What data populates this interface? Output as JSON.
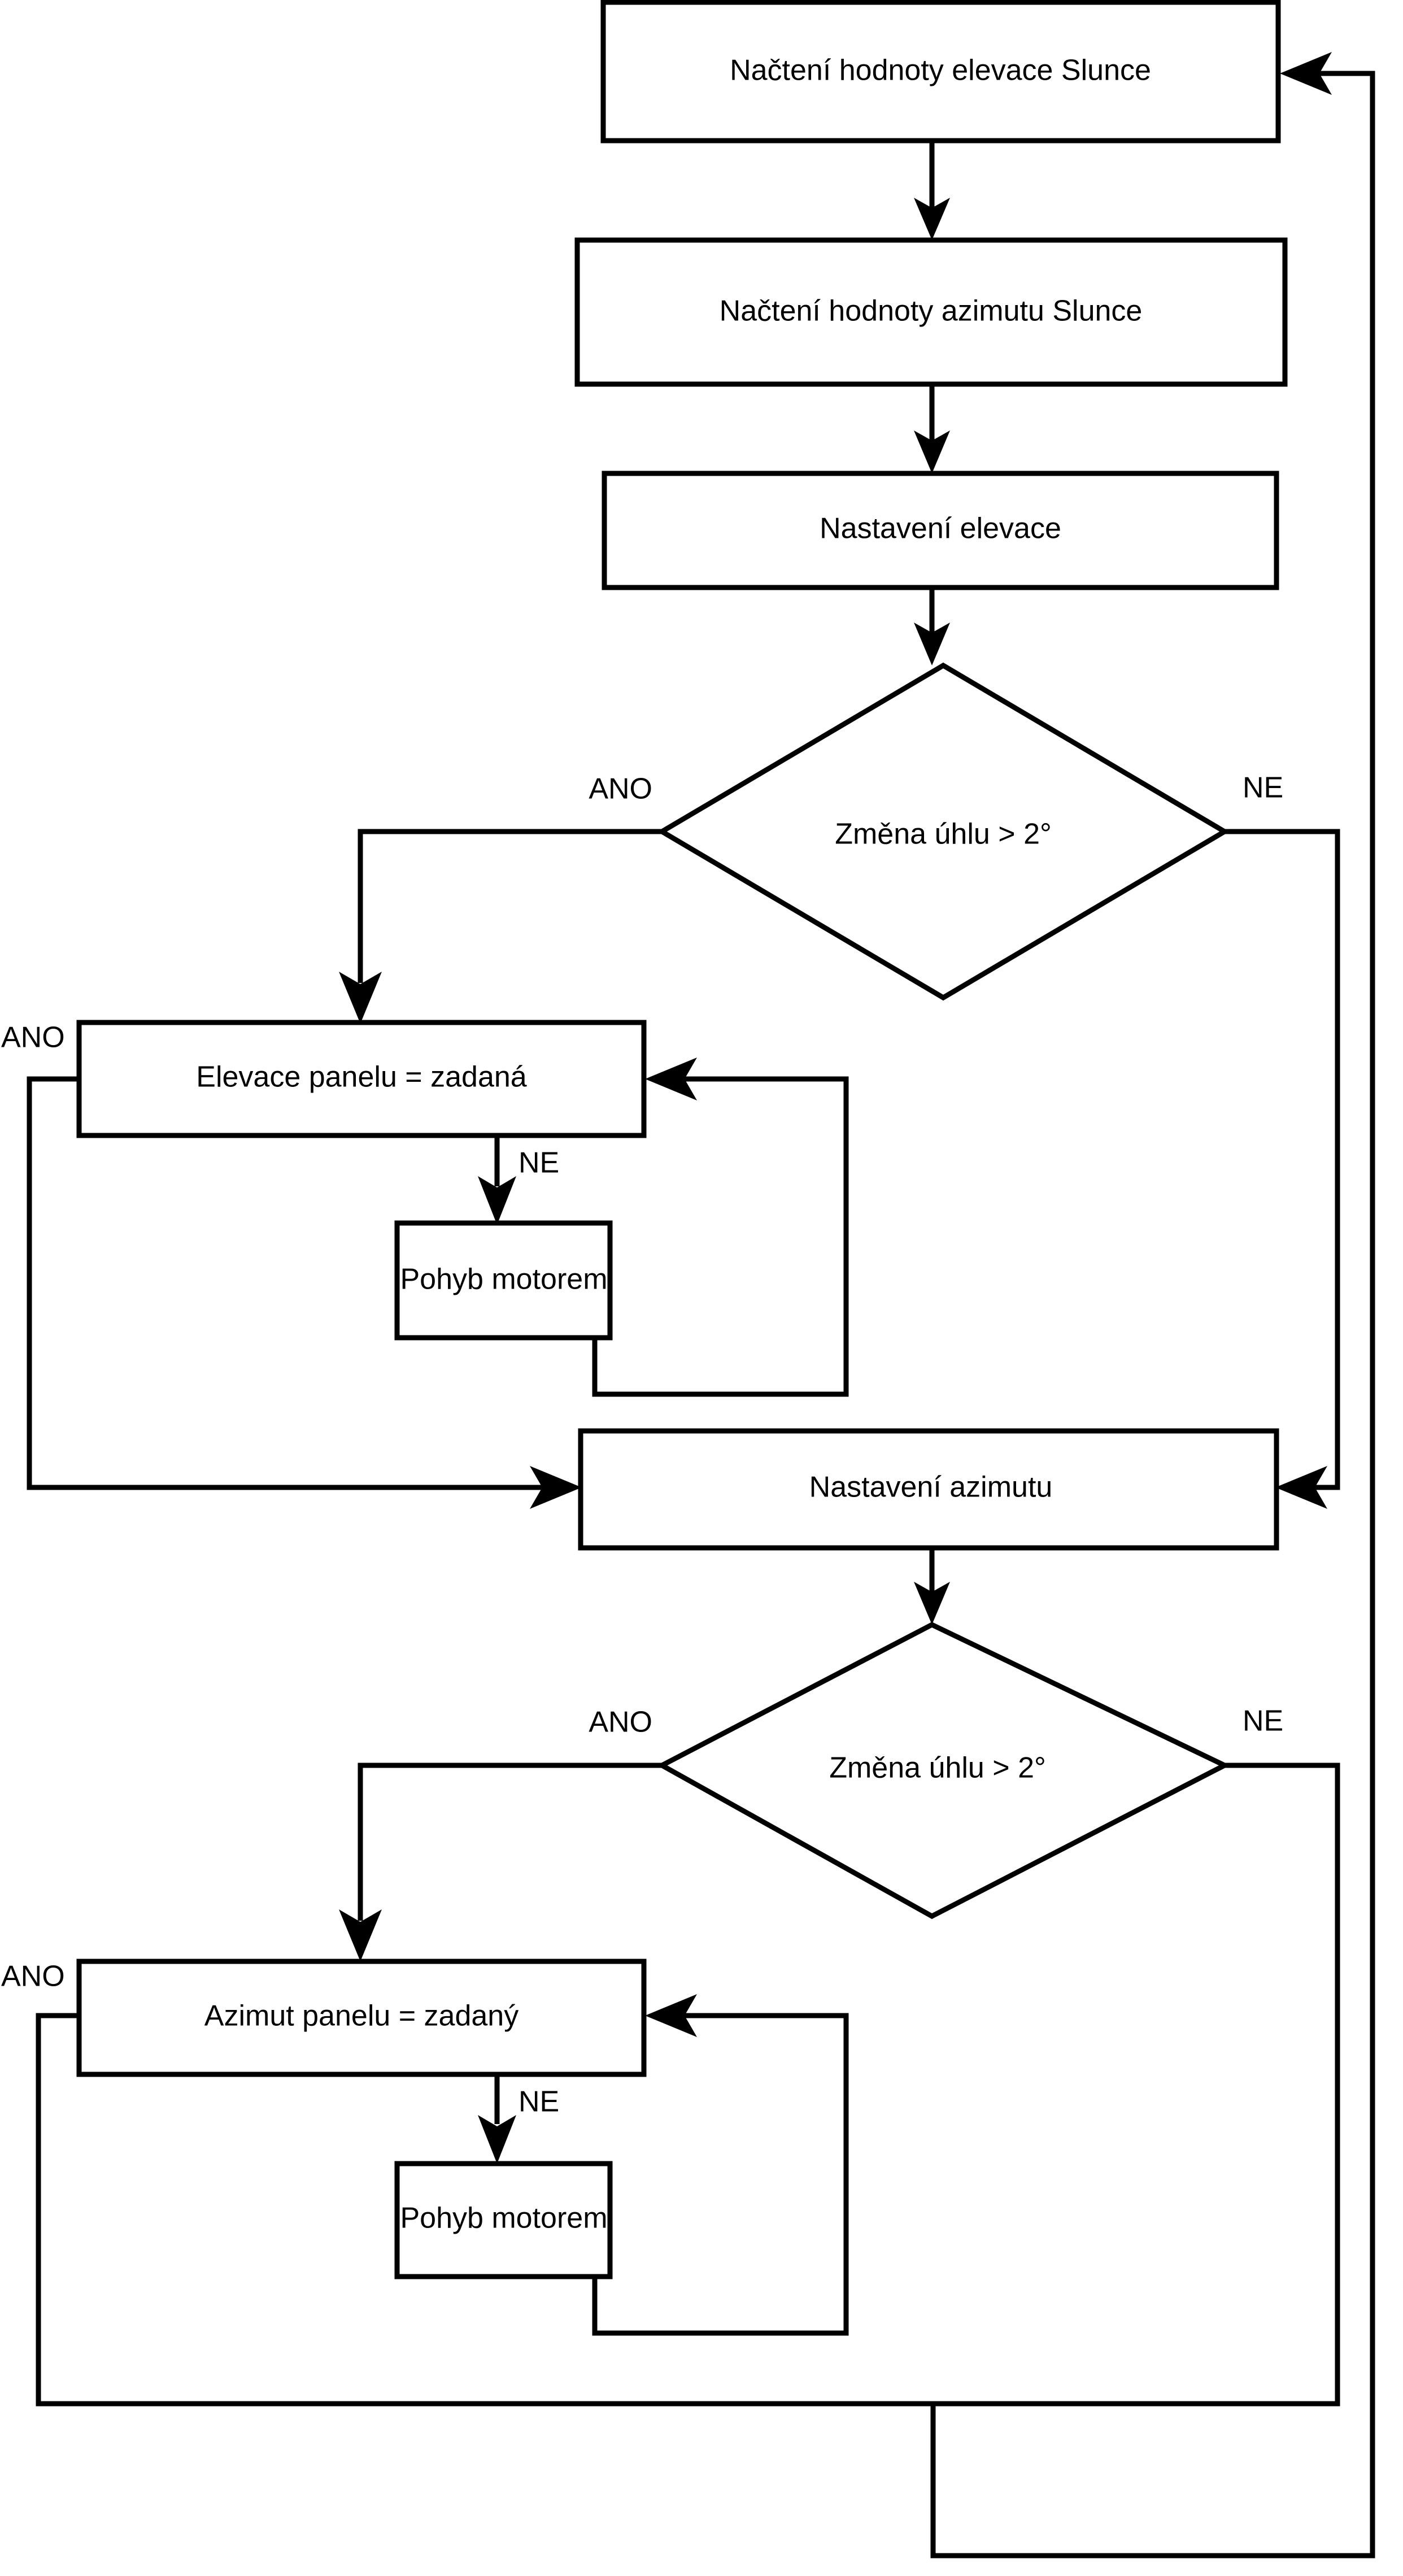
{
  "diagram": {
    "type": "flowchart",
    "language": "cs",
    "title": "",
    "background_color": "#ffffff",
    "line_color": "#000000",
    "fill_color": "#ffffff"
  },
  "nodes": {
    "read_elevation": {
      "label": "Načtení hodnoty elevace Slunce",
      "shape": "process"
    },
    "read_azimuth": {
      "label": "Načtení hodnoty azimutu Slunce",
      "shape": "process"
    },
    "set_elevation": {
      "label": "Nastavení elevace",
      "shape": "process"
    },
    "decision_elevation": {
      "label": "Změna úhlu > 2°",
      "shape": "decision"
    },
    "panel_elevation_check": {
      "label": "Elevace panelu = zadaná",
      "shape": "process"
    },
    "motor_move_elevation": {
      "label": "Pohyb motorem",
      "shape": "process"
    },
    "set_azimuth": {
      "label": "Nastavení azimutu",
      "shape": "process"
    },
    "decision_azimuth": {
      "label": "Změna úhlu > 2°",
      "shape": "decision"
    },
    "panel_azimuth_check": {
      "label": "Azimut panelu = zadaný",
      "shape": "process"
    },
    "motor_move_azimuth": {
      "label": "Pohyb motorem",
      "shape": "process"
    }
  },
  "edge_labels": {
    "elev_decision_yes": "ANO",
    "elev_decision_no": "NE",
    "elev_panel_yes": "ANO",
    "elev_panel_no": "NE",
    "azim_decision_yes": "ANO",
    "azim_decision_no": "NE",
    "azim_panel_yes": "ANO",
    "azim_panel_no": "NE"
  }
}
